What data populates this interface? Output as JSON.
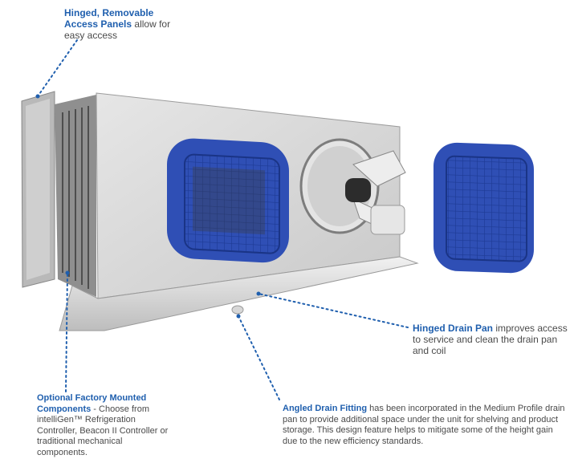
{
  "callouts": {
    "hinged_panels": {
      "title": "Hinged, Removable Access Panels",
      "text": " allow for easy access"
    },
    "drain_pan": {
      "title": "Hinged Drain Pan",
      "text": " improves access to service and clean the drain pan and coil"
    },
    "optional_components": {
      "title": "Optional Factory Mounted Components",
      "text": " - Choose from intelliGen™ Refrigeration Controller, Beacon II Controller or traditional mechanical components."
    },
    "drain_fitting": {
      "title": "Angled Drain Fitting",
      "text": " has been incorporated in the Medium Profile drain pan to provide additional space under the unit for shelving and product storage.  This design feature helps to mitigate some of the height gain due to the new efficiency standards."
    }
  },
  "colors": {
    "accent": "#1f5fae",
    "fan_guard": "#2f4fb5",
    "housing": "#d9d9d9"
  }
}
